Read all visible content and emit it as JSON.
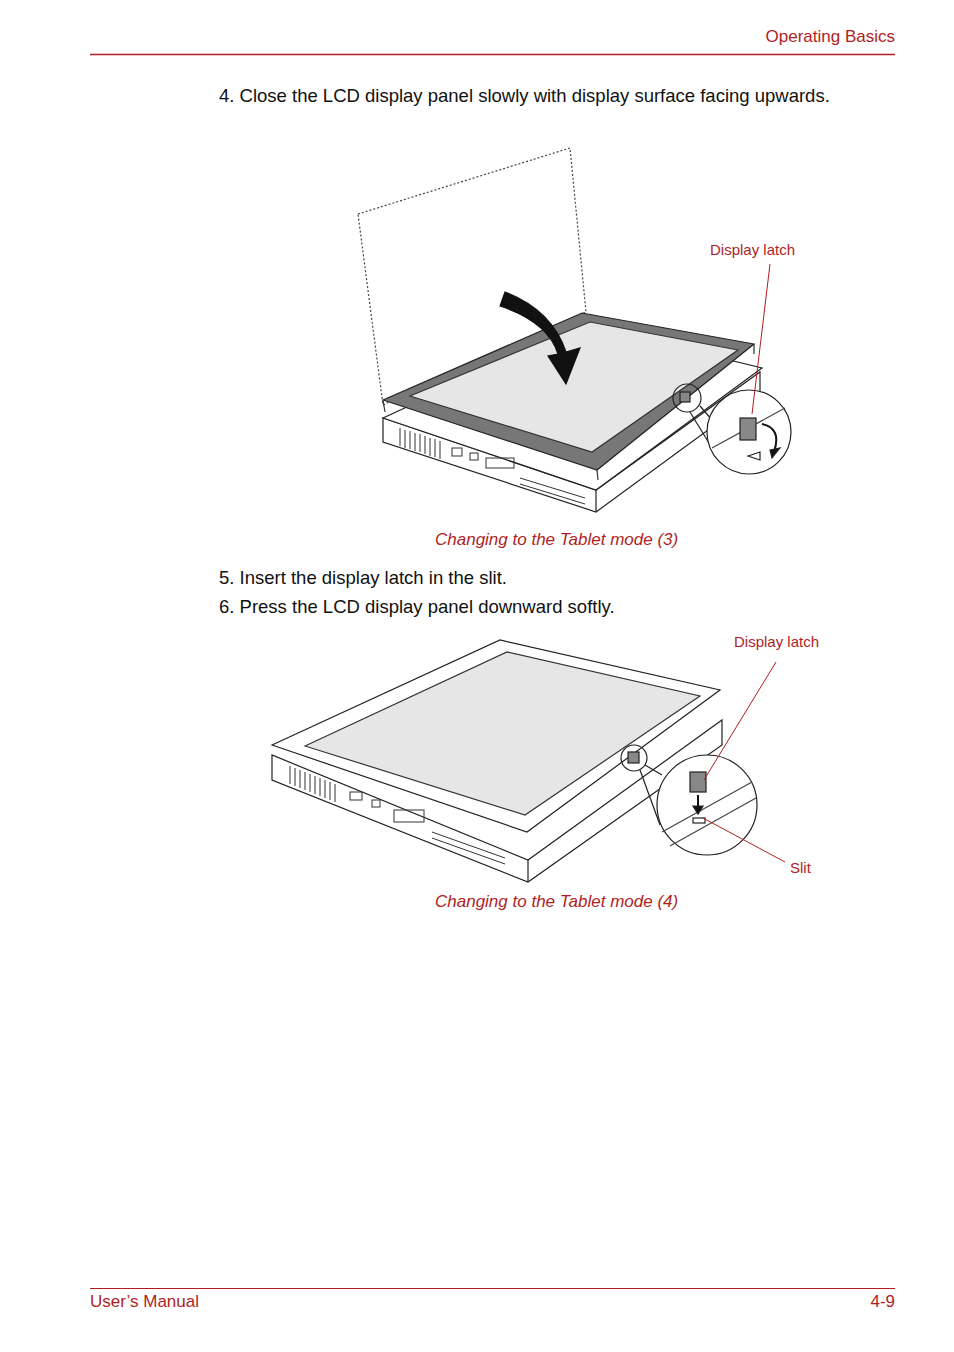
{
  "diagram": {
    "labels": [
      "Operating Basics",
      "4. Close the LCD display panel slowly with display surface facing upwards.",
      "Display latch",
      "Changing to the Tablet mode (3)",
      "5. Insert the display latch in the slit.",
      "6. Press the LCD display panel downward softly.",
      "Display latch",
      "Slit",
      "Changing to the Tablet mode (4)",
      "User’s Manual",
      "4-9"
    ]
  }
}
